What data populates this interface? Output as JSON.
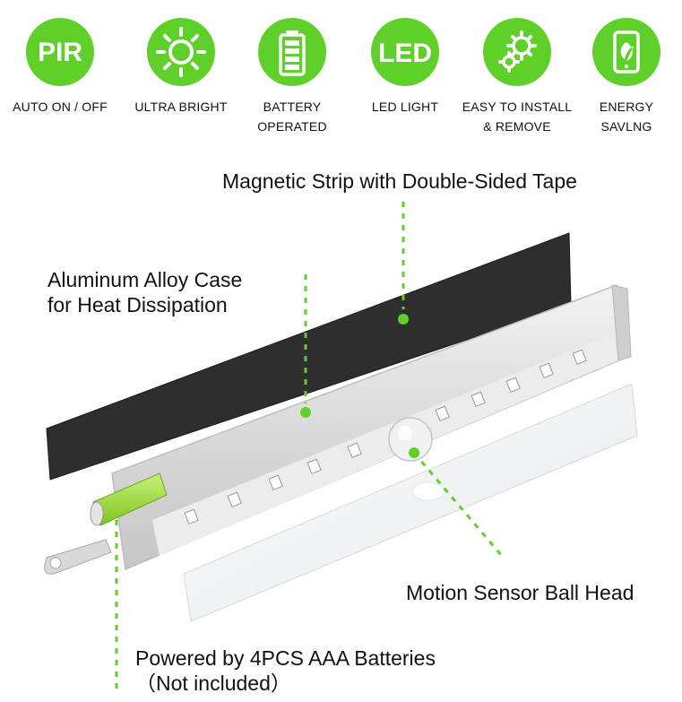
{
  "features": [
    {
      "icon": "pir-badge-icon",
      "badge": "PIR",
      "lines": [
        "AUTO ON / OFF"
      ]
    },
    {
      "icon": "sun-icon",
      "lines": [
        "ULTRA BRIGHT"
      ]
    },
    {
      "icon": "battery-icon",
      "lines": [
        "BATTERY",
        "OPERATED"
      ]
    },
    {
      "icon": "led-badge-icon",
      "badge": "LED",
      "lines": [
        "LED LIGHT"
      ]
    },
    {
      "icon": "gears-icon",
      "lines": [
        "EASY TO INSTALL",
        "& REMOVE"
      ]
    },
    {
      "icon": "energy-phone-icon",
      "lines": [
        "ENERGY",
        "SAVLNG"
      ]
    }
  ],
  "callouts": {
    "magnetic_strip": "Magnetic Strip with Double-Sided Tape",
    "case_line1": "Aluminum Alloy Case",
    "case_line2": "for Heat Dissipation",
    "sensor": "Motion Sensor Ball Head",
    "batteries_line1": "Powered by 4PCS AAA Batteries",
    "batteries_line2": "（Not included）"
  },
  "colors": {
    "accent_green": "#5fd02a",
    "strip_black": "#2b2b2b",
    "case_silver": "#dcdcdc",
    "diffuser_white": "#f1f3f5"
  }
}
